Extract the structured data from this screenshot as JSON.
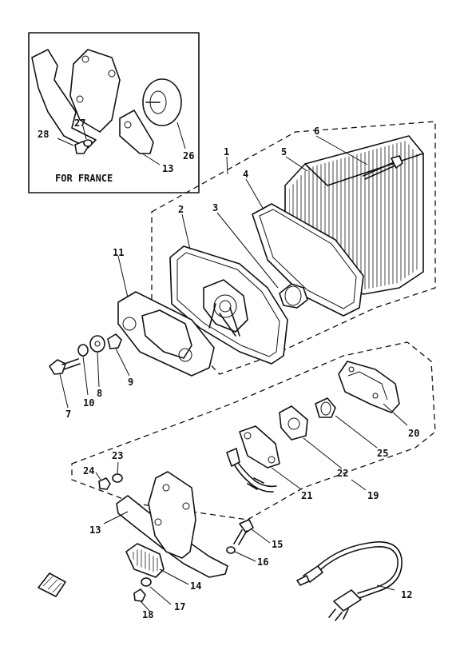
{
  "inset": {
    "caption": "FOR FRANCE"
  },
  "callouts": {
    "c1": "1",
    "c2": "2",
    "c3": "3",
    "c4": "4",
    "c5": "5",
    "c6": "6",
    "c7": "7",
    "c8": "8",
    "c9": "9",
    "c10": "10",
    "c11": "11",
    "c12": "12",
    "c13": "13",
    "c14": "14",
    "c15": "15",
    "c16": "16",
    "c17": "17",
    "c18": "18",
    "c19": "19",
    "c20": "20",
    "c21": "21",
    "c22": "22",
    "c23": "23",
    "c24": "24",
    "c25": "25",
    "c26": "26",
    "c27": "27",
    "c28": "28",
    "c13_inset": "13"
  }
}
